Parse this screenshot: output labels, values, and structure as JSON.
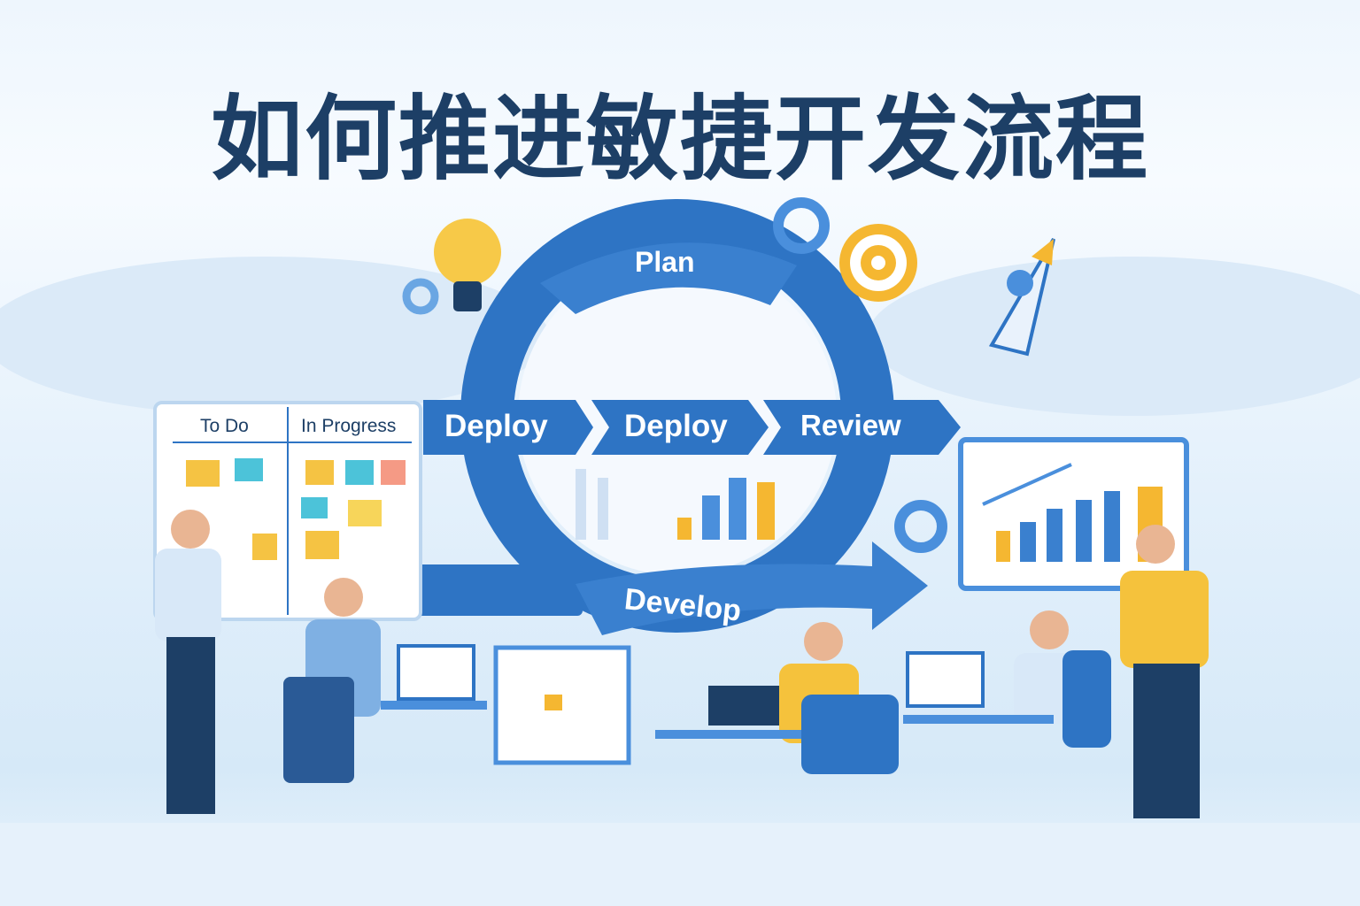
{
  "title": "如何推进敏捷开发流程",
  "kanban": {
    "columns": [
      "To Do",
      "In Progress"
    ]
  },
  "cycle": {
    "top": "Plan",
    "row": [
      "Deploy",
      "Deploy",
      "Review"
    ],
    "bottom": "Develop"
  },
  "colors": {
    "primary": "#2e74c4",
    "dark": "#1d3f66",
    "accent": "#f5b731",
    "sky": "#e3f0fb"
  }
}
